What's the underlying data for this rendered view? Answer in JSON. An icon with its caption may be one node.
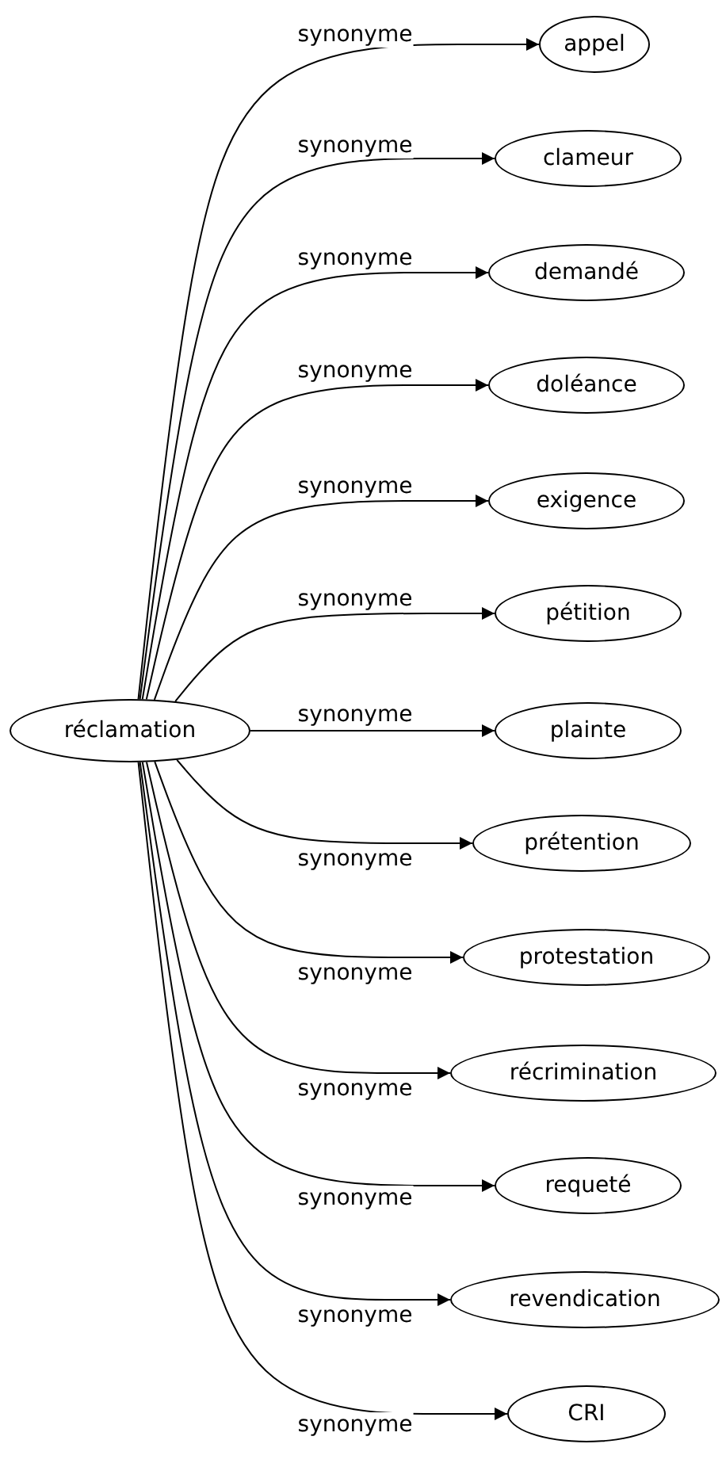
{
  "diagram": {
    "nodes": [
      {
        "text": [
          "réclamation"
        ]
      },
      {
        "text": [
          "appel"
        ]
      },
      {
        "text": [
          "clameur"
        ]
      },
      {
        "text": [
          "demandé"
        ]
      },
      {
        "text": [
          "doléance"
        ]
      },
      {
        "text": [
          "exigence"
        ]
      },
      {
        "text": [
          "pétition"
        ]
      },
      {
        "text": [
          "plainte"
        ]
      },
      {
        "text": [
          "prétention"
        ]
      },
      {
        "text": [
          "protestation"
        ]
      },
      {
        "text": [
          "récrimination"
        ]
      },
      {
        "text": [
          "requeté"
        ]
      },
      {
        "text": [
          "revendication"
        ]
      },
      {
        "text": [
          "CRI"
        ]
      }
    ],
    "edges": [
      {
        "from": 0,
        "to": 1,
        "arrow": "to",
        "label": "synonyme"
      },
      {
        "from": 0,
        "to": 2,
        "arrow": "to",
        "label": "synonyme"
      },
      {
        "from": 0,
        "to": 3,
        "arrow": "to",
        "label": "synonyme"
      },
      {
        "from": 0,
        "to": 4,
        "arrow": "to",
        "label": "synonyme"
      },
      {
        "from": 0,
        "to": 5,
        "arrow": "to",
        "label": "synonyme"
      },
      {
        "from": 0,
        "to": 6,
        "arrow": "to",
        "label": "synonyme"
      },
      {
        "from": 0,
        "to": 7,
        "arrow": "to",
        "label": "synonyme"
      },
      {
        "from": 0,
        "to": 8,
        "arrow": "to",
        "label": "synonyme"
      },
      {
        "from": 0,
        "to": 9,
        "arrow": "to",
        "label": "synonyme"
      },
      {
        "from": 0,
        "to": 10,
        "arrow": "to",
        "label": "synonyme"
      },
      {
        "from": 0,
        "to": 11,
        "arrow": "to",
        "label": "synonyme"
      },
      {
        "from": 0,
        "to": 12,
        "arrow": "to",
        "label": "synonyme"
      },
      {
        "from": 0,
        "to": 13,
        "arrow": "to",
        "label": "synonyme"
      }
    ]
  }
}
